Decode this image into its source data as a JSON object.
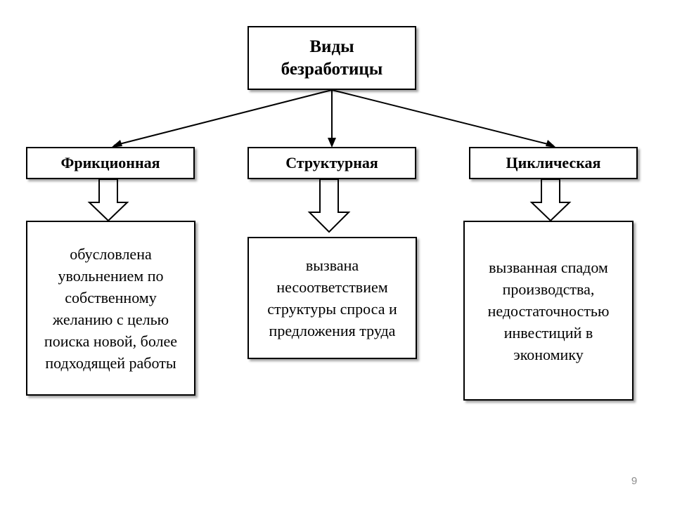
{
  "title": "Виды\nбезработицы",
  "types": [
    {
      "label": "Фрикционная",
      "description": "обусловлена увольнением по собственному желанию с целью поиска новой, более подходящей работы"
    },
    {
      "label": "Структурная",
      "description": "вызвана несоответствием структуры спроса и предложения труда"
    },
    {
      "label": "Циклическая",
      "description": "вызванная спадом производства, недостаточностью инвестиций в экономику"
    }
  ],
  "page_number": "9"
}
